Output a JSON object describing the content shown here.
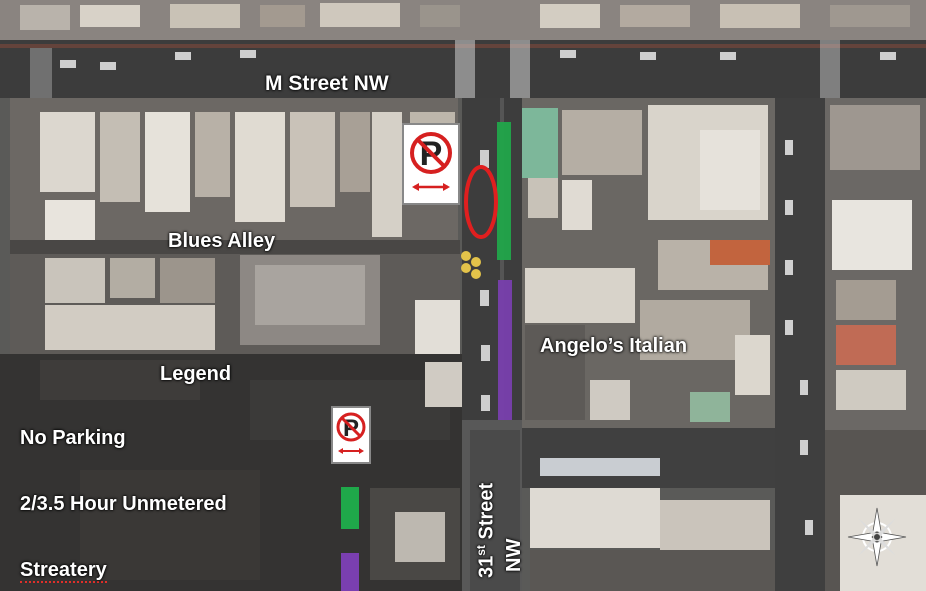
{
  "labels": {
    "m_street": "M Street NW",
    "blues_alley": "Blues Alley",
    "angelos": "Angelo’s Italian",
    "street_31_prefix": "31",
    "street_31_sup": "st",
    "street_31_name": "Street",
    "street_31_suffix": "NW"
  },
  "legend": {
    "title": "Legend",
    "items": [
      {
        "label": "No Parking",
        "symbol": "no-parking-sign"
      },
      {
        "label": "2/3.5 Hour Unmetered",
        "color": "#1fa84a"
      },
      {
        "label": "Streatery",
        "color": "#7a3fb0"
      }
    ]
  },
  "colors": {
    "unmetered": "#1fa84a",
    "streatery": "#7a3fb0",
    "highlight": "#e01f1f",
    "sign_red": "#d62020"
  },
  "icons": {
    "compass": "compass-rose-icon",
    "sign": "no-parking-sign-icon"
  }
}
